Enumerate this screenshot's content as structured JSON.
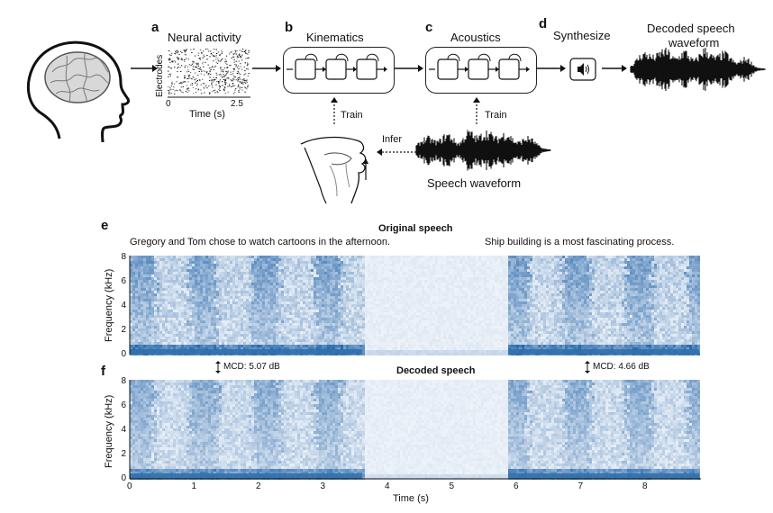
{
  "panels": {
    "a": {
      "letter": "a",
      "title": "Neural activity",
      "ylabel": "Electrodes",
      "xlabel": "Time (s)",
      "xticks": [
        "0",
        "2.5"
      ]
    },
    "b": {
      "letter": "b",
      "title": "Kinematics",
      "train": "Train"
    },
    "c": {
      "letter": "c",
      "title": "Acoustics",
      "train": "Train"
    },
    "d": {
      "letter": "d",
      "title": "Synthesize"
    },
    "decoded_waveform": {
      "title_line1": "Decoded speech",
      "title_line2": "waveform"
    },
    "infer": "Infer",
    "speech_waveform": "Speech waveform",
    "e": {
      "letter": "e",
      "title": "Original speech",
      "sentence1": "Gregory and Tom chose to watch cartoons in the afternoon.",
      "sentence2": "Ship building is a most fascinating process.",
      "ylabel": "Frequency (kHz)",
      "yticks": [
        "8",
        "6",
        "4",
        "2",
        "0"
      ]
    },
    "f": {
      "letter": "f",
      "title": "Decoded speech",
      "mcd1": "MCD: 5.07 dB",
      "mcd2": "MCD: 4.66 dB",
      "ylabel": "Frequency (kHz)",
      "yticks": [
        "8",
        "6",
        "4",
        "2",
        "0"
      ],
      "xlabel": "Time (s)",
      "xticks": [
        "0",
        "1",
        "2",
        "3",
        "4",
        "5",
        "6",
        "7",
        "8"
      ]
    }
  },
  "colors": {
    "spectrogram_dark": "#2e6eaa",
    "spectrogram_light": "#e6eef7",
    "line": "#111111"
  }
}
